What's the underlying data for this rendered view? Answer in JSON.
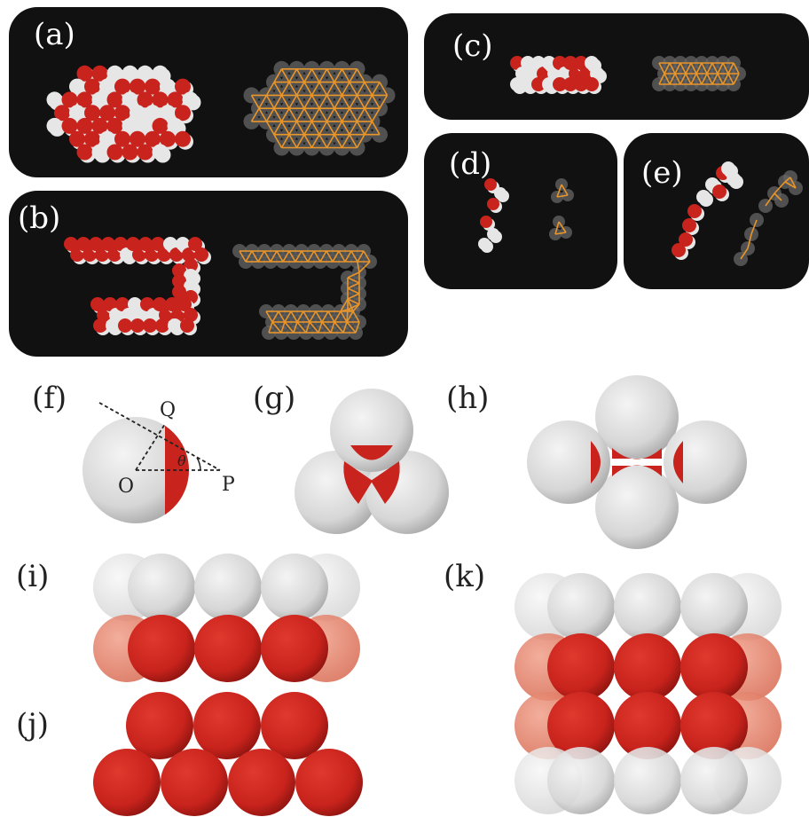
{
  "figure": {
    "panels": {
      "a": "(a)",
      "b": "(b)",
      "c": "(c)",
      "d": "(d)",
      "e": "(e)",
      "f": "(f)",
      "g": "(g)",
      "h": "(h)",
      "i": "(i)",
      "j": "(j)",
      "k": "(k)"
    },
    "geometry_labels": {
      "origin": "O",
      "point_q": "Q",
      "point_p": "P",
      "angle": "θ"
    }
  },
  "colors": {
    "panel_background": "#111111",
    "patch_red": "#c8231c",
    "particle_white": "#e6e6e6",
    "network_orange": "#e8952a",
    "ghost_grey": "#666666",
    "pale_red": "#e07a5f"
  }
}
